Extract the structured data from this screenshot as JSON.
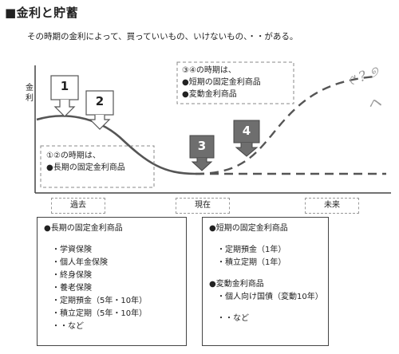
{
  "title": "■金利と貯蓄",
  "subtitle": "その時期の金利によって、買っていいもの、いけないもの、・・がある。",
  "y_axis_label": "金利",
  "markers": [
    {
      "number": "1"
    },
    {
      "number": "2"
    },
    {
      "number": "3"
    },
    {
      "number": "4"
    }
  ],
  "notes": {
    "period_1_2": {
      "lines": [
        "①②の時期は、",
        "●長期の固定金利商品"
      ]
    },
    "period_3_4": {
      "lines": [
        "③④の時期は、",
        "●短期の固定金利商品",
        "●変動金利商品"
      ]
    }
  },
  "timeline": {
    "past": "過去",
    "present": "現在",
    "future": "未来"
  },
  "panels": {
    "left": {
      "heading": "●長期の固定金利商品",
      "items": [
        "・学資保険",
        "・個人年金保険",
        "・終身保険",
        "・養老保険",
        "・定期預金（5年・10年）",
        "・積立定期（5年・10年）",
        "・・など"
      ]
    },
    "right": {
      "heading1": "●短期の固定金利商品",
      "items1": [
        "・定期預金（1年）",
        "・積立定期（1年）"
      ],
      "heading2": "●変動金利商品",
      "items2": [
        "・個人向け国債（変動10年）"
      ],
      "closing": "・・など"
    }
  },
  "colors": {
    "dark_marker": "#6e6e6e",
    "line": "#555555"
  }
}
